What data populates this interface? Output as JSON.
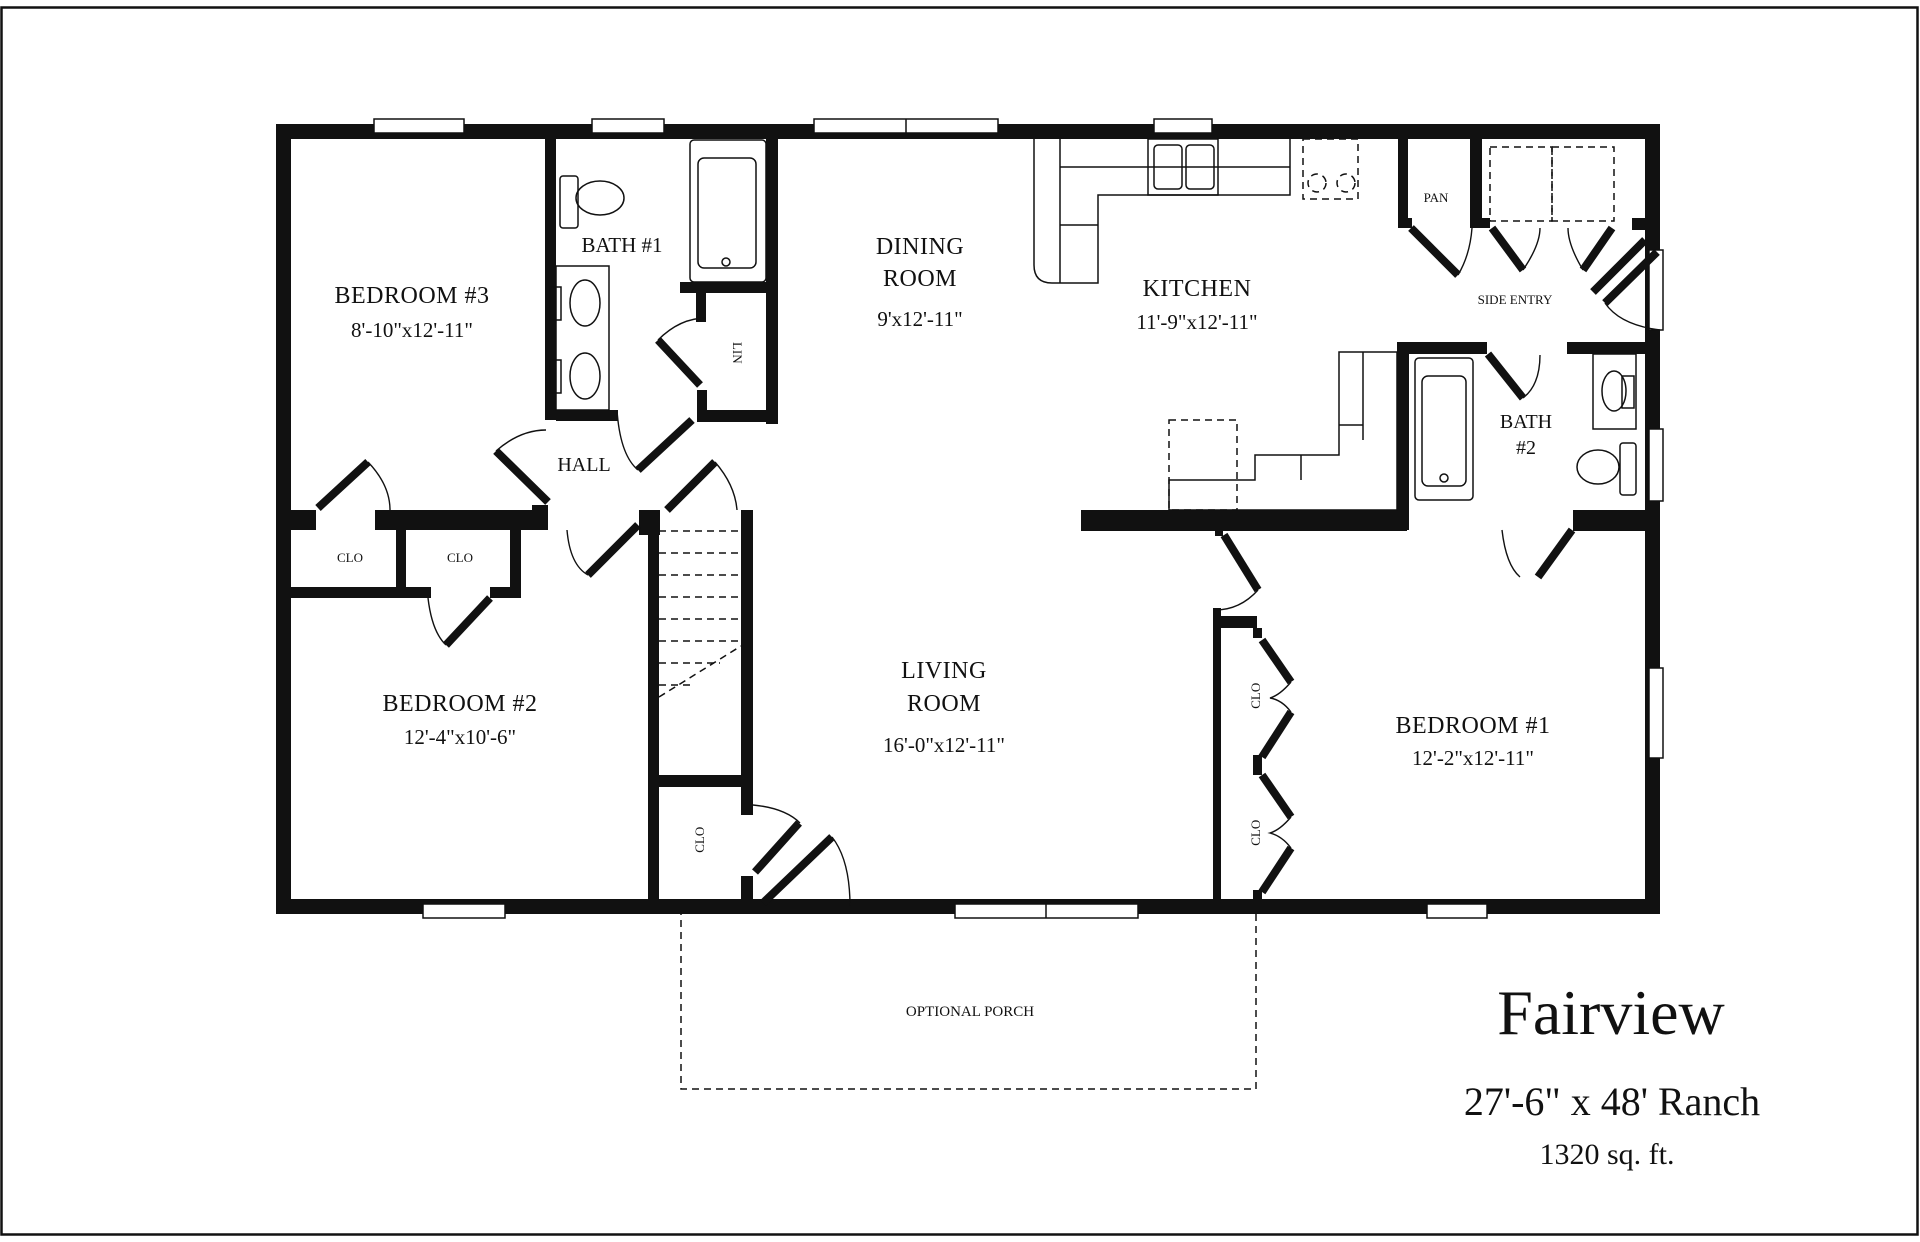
{
  "plan": {
    "name": "Fairview",
    "size": "27'-6\" x 48' Ranch",
    "area": "1320 sq. ft."
  },
  "rooms": {
    "bedroom3": {
      "name": "BEDROOM #3",
      "dim": "8'-10\"x12'-11\""
    },
    "bath1": {
      "name": "BATH #1"
    },
    "lin": {
      "name": "LIN"
    },
    "hall": {
      "name": "HALL"
    },
    "dining": {
      "name_line1": "DINING",
      "name_line2": "ROOM",
      "dim": "9'x12'-11\""
    },
    "kitchen": {
      "name": "KITCHEN",
      "dim": "11'-9\"x12'-11\""
    },
    "pan": {
      "name": "PAN"
    },
    "side_entry": {
      "name": "SIDE ENTRY"
    },
    "bath2": {
      "name_line1": "BATH",
      "name_line2": "#2"
    },
    "clo_b3": {
      "name": "CLO"
    },
    "clo_b2": {
      "name": "CLO"
    },
    "bedroom2": {
      "name": "BEDROOM #2",
      "dim": "12'-4\"x10'-6\""
    },
    "clo_entry": {
      "name": "CLO"
    },
    "living": {
      "name_line1": "LIVING",
      "name_line2": "ROOM",
      "dim": "16'-0\"x12'-11\""
    },
    "clo_b1_top": {
      "name": "CLO"
    },
    "clo_b1_bottom": {
      "name": "CLO"
    },
    "bedroom1": {
      "name": "BEDROOM #1",
      "dim": "12'-2\"x12'-11\""
    },
    "porch": {
      "name": "OPTIONAL PORCH"
    }
  }
}
